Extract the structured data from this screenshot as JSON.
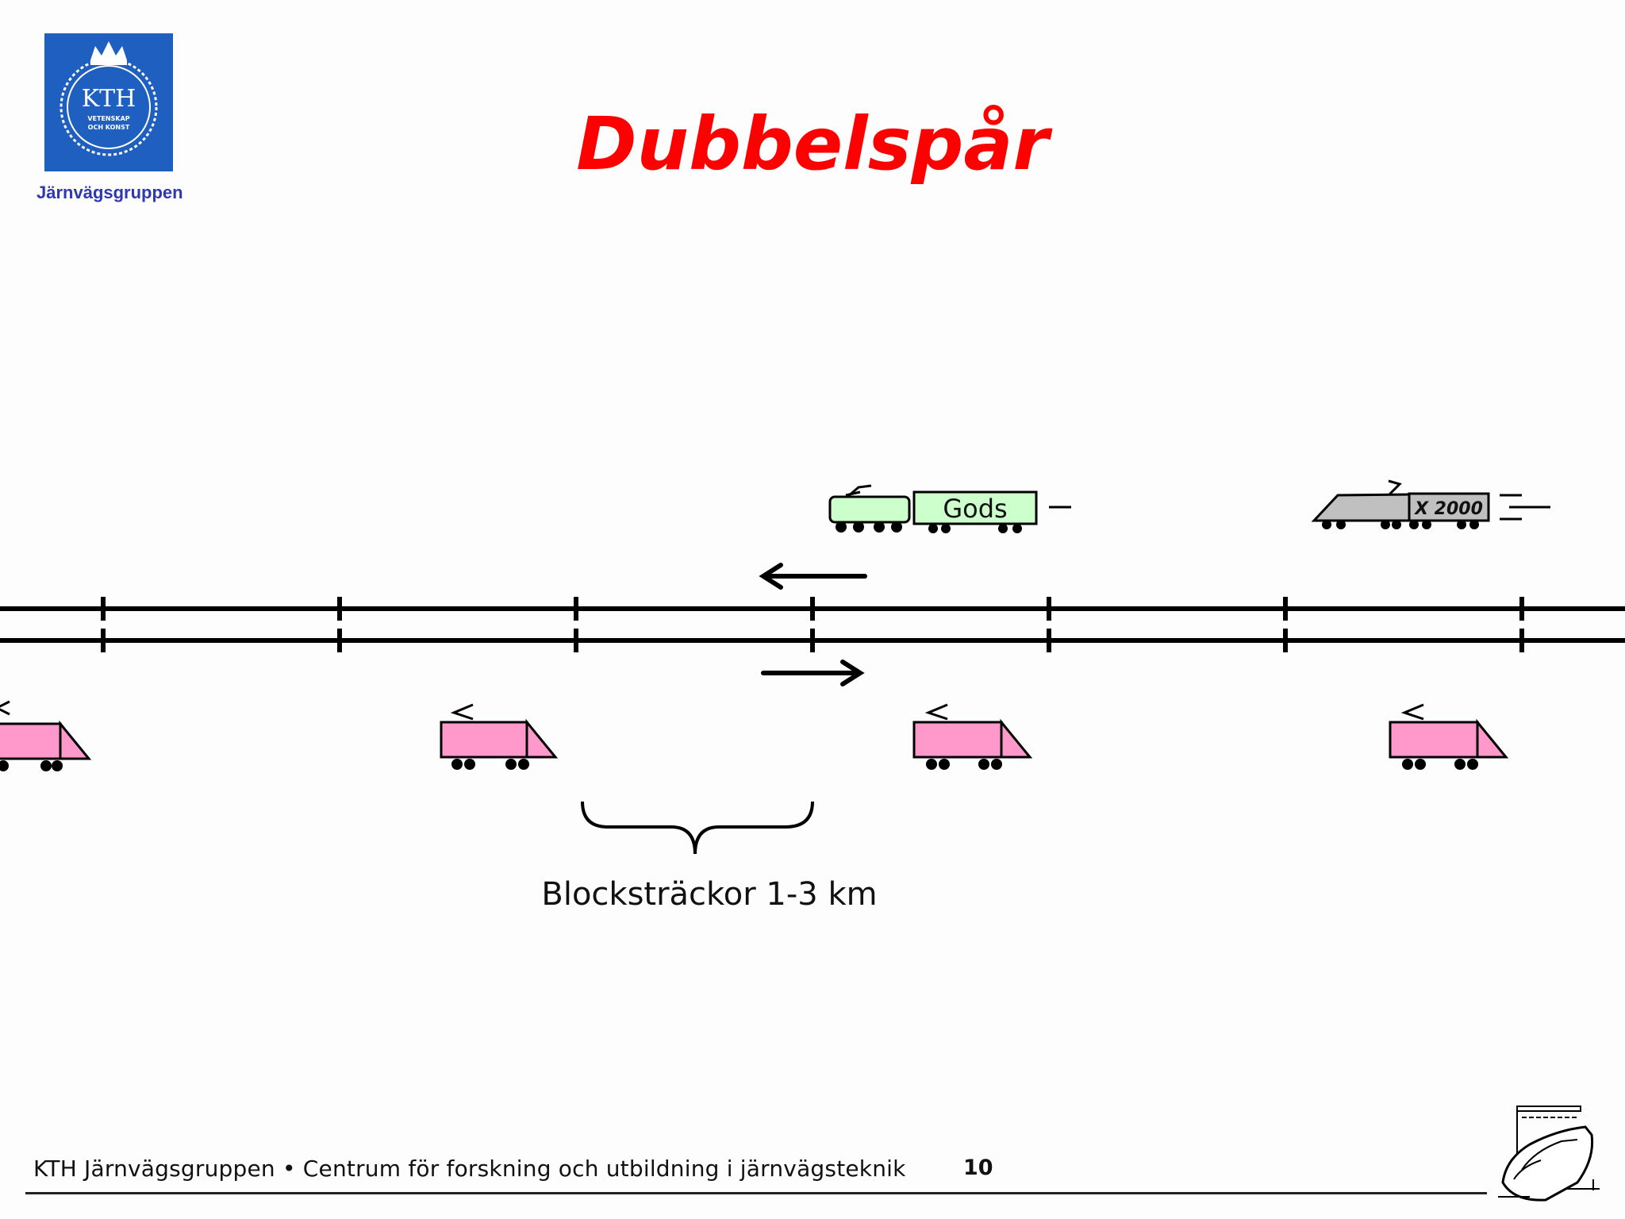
{
  "logo": {
    "text": "KTH",
    "motto_line1": "VETENSKAP",
    "motto_line2": "OCH KONST",
    "group": "Järnvägsgruppen",
    "color": "#1f5fbf"
  },
  "title": "Dubbelspår",
  "title_color": "#ff0000",
  "diagram": {
    "freight_label": "Gods",
    "x2000_label": "X 2000",
    "block_label": "Blocksträckor 1-3 km",
    "colors": {
      "freight": "#ccffcc",
      "x2000": "#c0c0c0",
      "local_train": "#ff99cc",
      "track": "#000000"
    }
  },
  "footer": {
    "text": "KTH Järnvägsgruppen • Centrum för forskning och utbildning i järnvägsteknik",
    "page": "10"
  }
}
